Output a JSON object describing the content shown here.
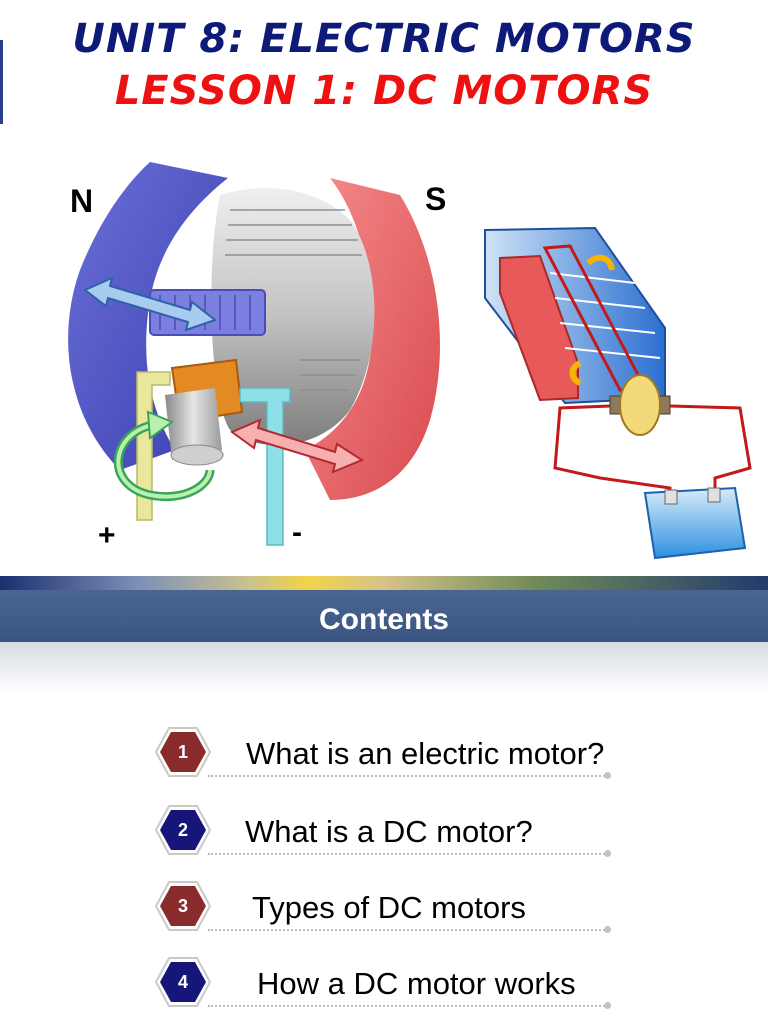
{
  "slide1": {
    "title": "UNIT 8: ELECTRIC MOTORS",
    "subtitle": "LESSON 1: DC MOTORS",
    "motor_diagram": {
      "pole_north": "N",
      "pole_south": "S",
      "terminal_positive": "+",
      "terminal_negative": "-"
    }
  },
  "slide2": {
    "heading": "Contents",
    "items": [
      {
        "number": "1",
        "text": "What is an electric motor?",
        "color": "#8a2b2b"
      },
      {
        "number": "2",
        "text": "What is a DC motor?",
        "color": "#16157a"
      },
      {
        "number": "3",
        "text": "Types of DC motors",
        "color": "#8a2b2b"
      },
      {
        "number": "4",
        "text": "How a DC motor works",
        "color": "#16157a"
      }
    ]
  },
  "colors": {
    "title_blue": "#0d1a78",
    "title_red": "#ee1111",
    "band_blue": "#42608e"
  }
}
